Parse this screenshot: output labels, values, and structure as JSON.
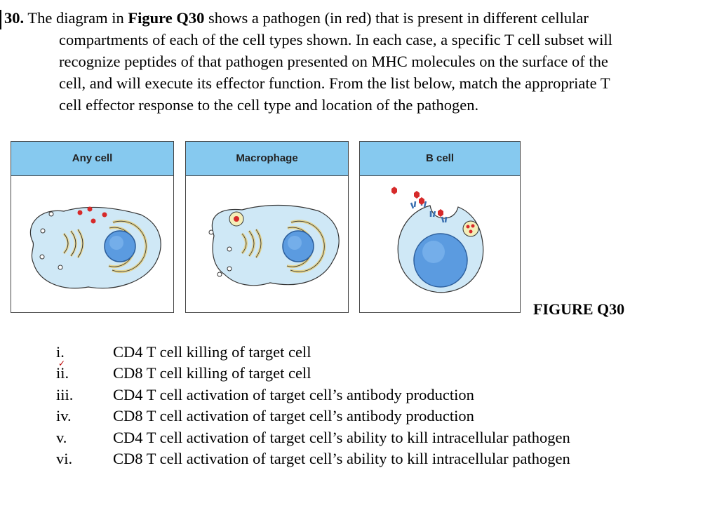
{
  "question": {
    "number": "30.",
    "lines": [
      {
        "pre": " The diagram in ",
        "bold": "Figure Q30",
        "post": " shows a pathogen (in red) that is present in different cellular"
      },
      {
        "text": "compartments of each of the cell types shown. In each case, a specific T cell subset will"
      },
      {
        "text": "recognize peptides of that pathogen presented on MHC molecules on the surface of the"
      },
      {
        "text": "cell, and will execute its effector function. From the list below, match the appropriate T"
      },
      {
        "text": "cell effector response to the cell type and location of the pathogen."
      }
    ]
  },
  "figure": {
    "label": "FIGURE Q30",
    "panels": [
      {
        "title": "Any cell"
      },
      {
        "title": "Macrophage"
      },
      {
        "title": "B cell"
      }
    ],
    "colors": {
      "header": "#86c9ef",
      "cytoplasm": "#cfe8f6",
      "nucleus": "#5b9be0",
      "pathogen": "#d62a2a",
      "membrane_organelle": "#f4eeb8"
    }
  },
  "options": [
    {
      "num": "i.",
      "text": "CD4 T cell killing of target cell",
      "checked": true
    },
    {
      "num": "ii.",
      "text": "CD8 T cell killing of target cell"
    },
    {
      "num": "iii.",
      "text": "CD4 T cell activation of target cell’s antibody production"
    },
    {
      "num": "iv.",
      "text": "CD8 T cell activation of target cell’s antibody production"
    },
    {
      "num": "v.",
      "text": "CD4 T cell activation of target cell’s ability to kill intracellular pathogen"
    },
    {
      "num": "vi.",
      "text": "CD8 T cell activation of target cell’s ability to kill intracellular pathogen"
    }
  ]
}
